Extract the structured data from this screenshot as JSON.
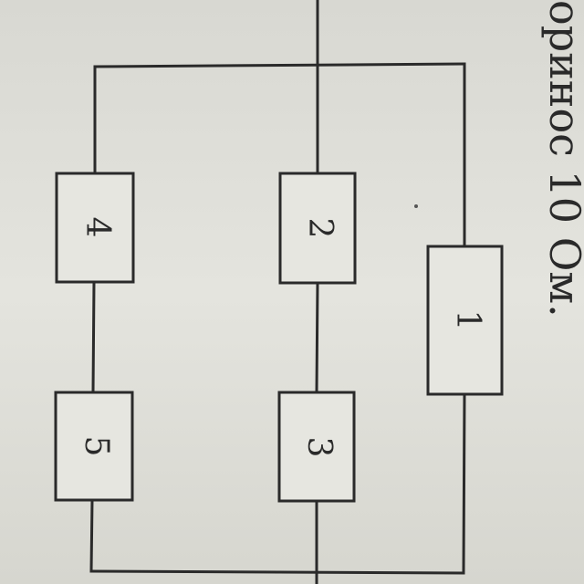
{
  "edge_text": "оринос 10 Ом.",
  "resistors": [
    {
      "id": "R4",
      "label": "4"
    },
    {
      "id": "R5",
      "label": "5"
    },
    {
      "id": "R2",
      "label": "2"
    },
    {
      "id": "R3",
      "label": "3"
    },
    {
      "id": "R1",
      "label": "1"
    }
  ],
  "topology": {
    "branches": [
      {
        "name": "left",
        "series": [
          "R4",
          "R5"
        ]
      },
      {
        "name": "middle",
        "series": [
          "R2",
          "R3"
        ]
      },
      {
        "name": "right",
        "series": [
          "R1"
        ]
      }
    ],
    "connection": "parallel"
  }
}
